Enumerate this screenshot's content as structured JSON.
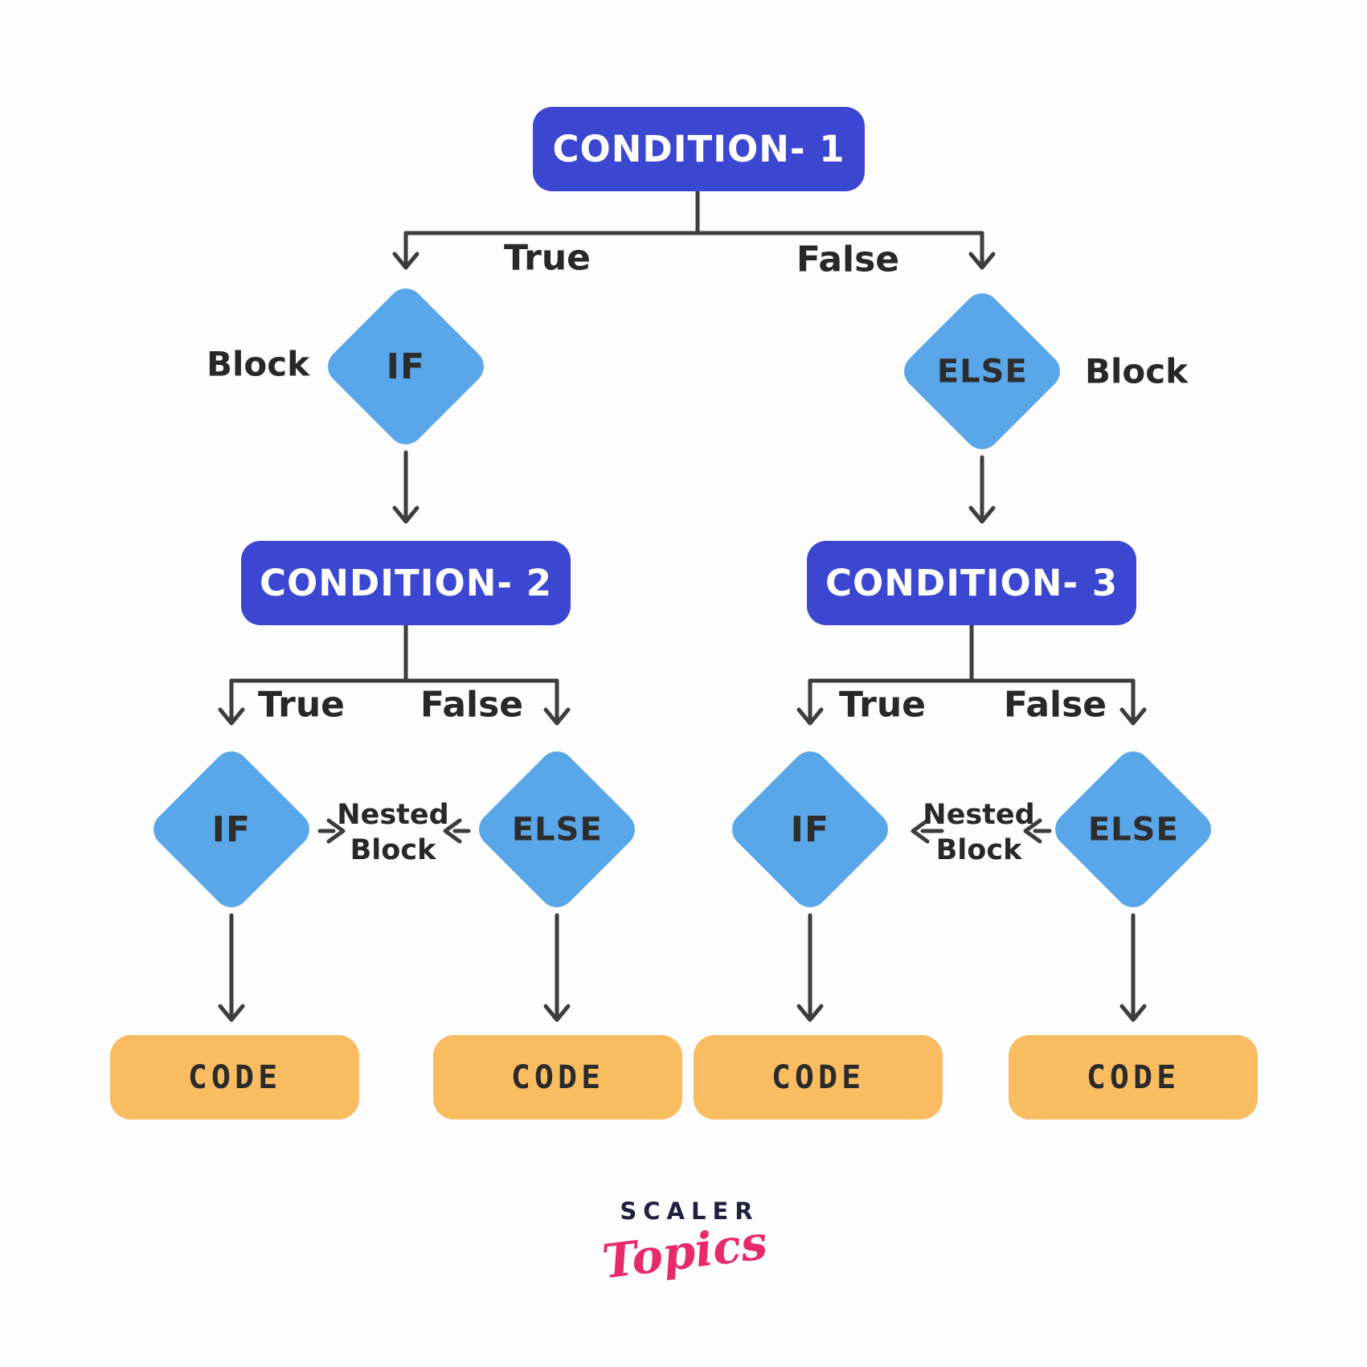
{
  "colors": {
    "condition_box": "#3b46d1",
    "condition_text": "#ffffff",
    "decision_diamond": "#59a6e9",
    "code_box": "#f9bc61",
    "connector": "#3d3d3d",
    "label_text": "#282828",
    "brand_navy": "#21213f",
    "brand_pink": "#e92a68"
  },
  "root": {
    "condition": "CONDITION- 1",
    "true_label": "True",
    "false_label": "False",
    "if_label": "IF",
    "else_label": "ELSE",
    "if_block_label": "Block",
    "else_block_label": "Block"
  },
  "left_subtree": {
    "condition": "CONDITION- 2",
    "true_label": "True",
    "false_label": "False",
    "if_label": "IF",
    "else_label": "ELSE",
    "nested_label_line1": "Nested",
    "nested_label_line2": "Block",
    "if_code": "CODE",
    "else_code": "CODE"
  },
  "right_subtree": {
    "condition": "CONDITION- 3",
    "true_label": "True",
    "false_label": "False",
    "if_label": "IF",
    "else_label": "ELSE",
    "nested_label_line1": "Nested",
    "nested_label_line2": "Block",
    "if_code": "CODE",
    "else_code": "CODE"
  },
  "logo": {
    "brand": "SCALER",
    "sub": "Topics"
  }
}
